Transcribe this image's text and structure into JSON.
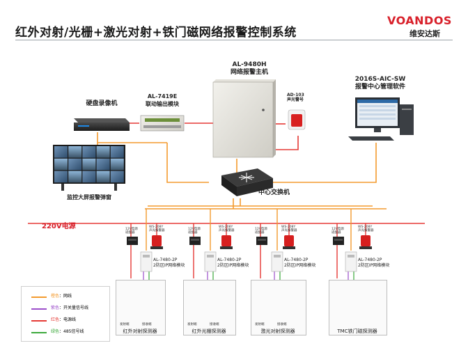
{
  "header": {
    "title": "红外对射/光栅+激光对射+铁门磁网络报警控制系统",
    "brand": "VOANDOS",
    "brand_sub": "维安达斯"
  },
  "devices": {
    "host_model": "AL-9480H",
    "host_name": "网络报警主机",
    "siren_model": "AD-103",
    "siren_name": "声光警号",
    "software_model": "2016S-AIC-SW",
    "software_name": "报警中心管理软件",
    "dvr_name": "硬盘录像机",
    "linkage_model": "AL-7419E",
    "linkage_name": "联动输出模块",
    "videowall_name": "监控大屏报警弹窗",
    "switch_name": "中心交换机",
    "power_label": "220V电源"
  },
  "branches": [
    {
      "psu": "12V电源\n适配器",
      "siren": "WS-208Y\n声光报警器",
      "module_model": "AL-7480-2P",
      "module_name": "2防区IP网络模块",
      "detector_group": "红外对射探测器",
      "unit_labels": [
        "发射端",
        "接收端"
      ]
    },
    {
      "psu": "12V电源\n适配器",
      "siren": "WS-208Y\n声光报警器",
      "module_model": "AL-7480-2P",
      "module_name": "2防区IP网络模块",
      "detector_group": "红外光栅探测器",
      "unit_labels": [
        "发射端",
        "接收端"
      ]
    },
    {
      "psu": "12V电源\n适配器",
      "siren": "WS-208Y\n声光报警器",
      "module_model": "AL-7480-2P",
      "module_name": "2防区IP网络模块",
      "detector_group": "激光对射探测器",
      "unit_labels": [
        "发射端",
        "接收端"
      ]
    },
    {
      "psu": "12V电源\n适配器",
      "siren": "WS-208Y\n声光报警器",
      "module_model": "AL-7480-2P",
      "module_name": "2防区IP网络模块",
      "detector_group": "TMC铁门磁探测器",
      "unit_labels": []
    }
  ],
  "legend": [
    {
      "color_name": "橙色",
      "text": "网线",
      "color": "#f39a2d"
    },
    {
      "color_name": "紫色",
      "text": "开关量信号线",
      "color": "#9b4dca"
    },
    {
      "color_name": "红色",
      "text": "电源线",
      "color": "#e53935"
    },
    {
      "color_name": "绿色",
      "text": "485信号线",
      "color": "#3aa83a"
    }
  ],
  "colors": {
    "network": "#f39a2d",
    "signal": "#9b4dca",
    "power": "#e53935",
    "rs485": "#3aa83a",
    "brand": "#d8202a"
  }
}
